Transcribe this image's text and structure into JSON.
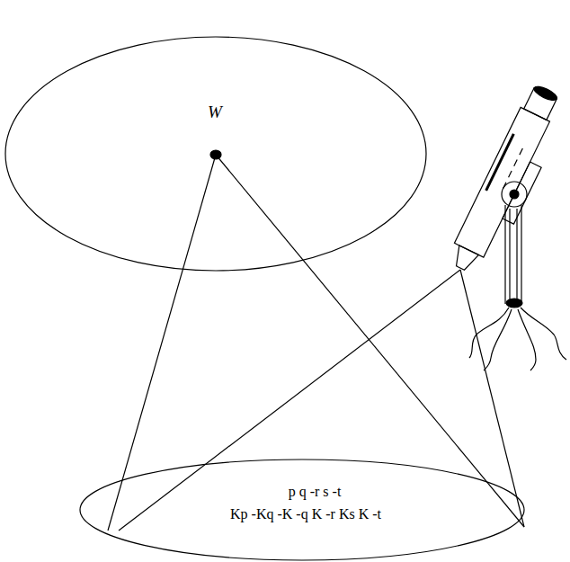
{
  "diagram": {
    "nodes": [
      {
        "text": [
          "W"
        ]
      },
      {
        "text": [
          "p q -r s -t",
          "Kp -Kq -K -q K -r Ks K -t"
        ]
      }
    ]
  }
}
